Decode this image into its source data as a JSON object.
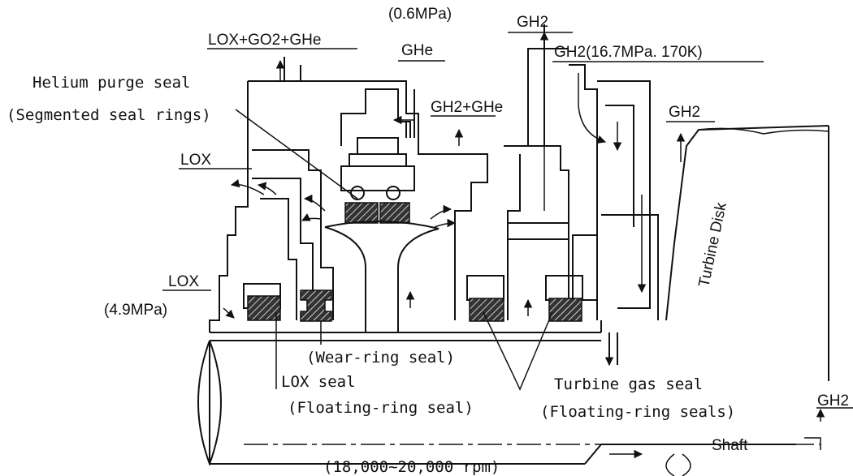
{
  "labels": {
    "lox_go2_ghe": "LOX+GO2+GHe",
    "ghe_pressure": "(0.6MPa)",
    "ghe": "GHe",
    "gh2_top": "GH2",
    "gh2_inlet": "GH2(16.7MPa. 170K)",
    "gh2_ghe": "GH2+GHe",
    "gh2_turbine": "GH2",
    "helium_purge_seal": "Helium purge seal",
    "segmented_seal_rings": "(Segmented seal rings)",
    "lox_upper": "LOX",
    "lox_lower": "LOX",
    "lox_pressure": "(4.9MPa)",
    "turbine_disk": "Turbine Disk",
    "wear_ring_seal": "(Wear-ring seal)",
    "lox_seal": "LOX seal",
    "floating_ring_seal": "(Floating-ring seal)",
    "turbine_gas_seal": "Turbine gas seal",
    "floating_ring_seals": "(Floating-ring seals)",
    "shaft": "Shaft",
    "gh2_right": "GH2",
    "rpm": "(18,000~20,000 rpm)"
  }
}
